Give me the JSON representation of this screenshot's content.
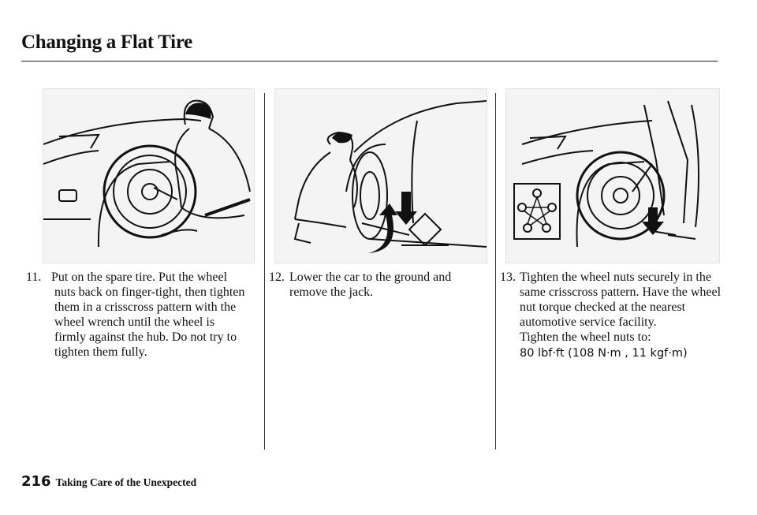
{
  "page": {
    "title": "Changing a Flat Tire",
    "page_number": "216",
    "section": "Taking Care of the Unexpected"
  },
  "steps": [
    {
      "number": "11.",
      "text": "Put on the spare tire. Put the wheel nuts back on finger-tight, then tighten them in a crisscross pattern with the wheel wrench until the wheel is firmly against the hub. Do not try to tighten them fully."
    },
    {
      "number": "12.",
      "text": "Lower the car to the ground and remove the jack."
    },
    {
      "number": "13.",
      "text": "Tighten the wheel nuts securely in the same crisscross pattern. Have the wheel nut torque checked at the nearest automotive service facility.",
      "note": "Tighten the wheel nuts to:",
      "torque_spec": "80 lbf·ft (108 N·m , 11 kgf·m)"
    }
  ]
}
